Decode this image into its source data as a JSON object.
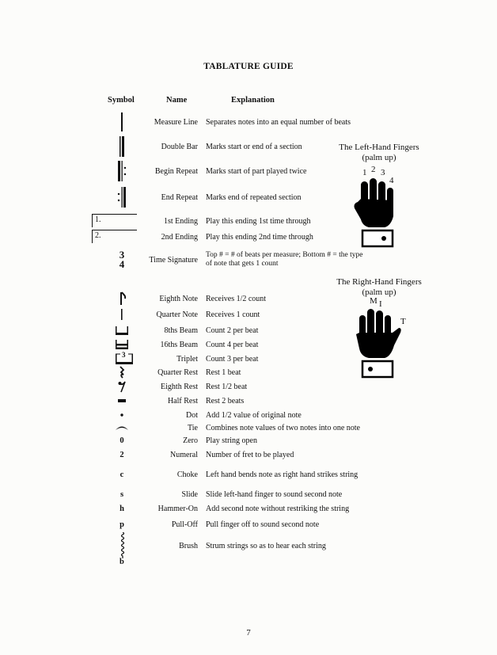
{
  "title": "TABLATURE GUIDE",
  "headers": {
    "symbol": "Symbol",
    "name": "Name",
    "explanation": "Explanation"
  },
  "rows": [
    {
      "name": "Measure Line",
      "explanation": "Separates notes into an equal number of beats"
    },
    {
      "name": "Double Bar",
      "explanation": "Marks start or end of a section"
    },
    {
      "name": "Begin Repeat",
      "explanation": "Marks start of part played twice"
    },
    {
      "name": "End Repeat",
      "explanation": "Marks end of repeated section"
    },
    {
      "symbol": "1.",
      "name": "1st Ending",
      "explanation": "Play this ending 1st time through"
    },
    {
      "symbol": "2.",
      "name": "2nd Ending",
      "explanation": "Play this ending 2nd time through"
    },
    {
      "symbol_top": "3",
      "symbol_bottom": "4",
      "name": "Time Signature",
      "explanation": "Top # = # of beats per measure; Bottom # = the type of note that gets 1 count"
    },
    {
      "name": "Eighth Note",
      "explanation": "Receives 1/2 count"
    },
    {
      "name": "Quarter Note",
      "explanation": "Receives 1 count"
    },
    {
      "name": "8ths Beam",
      "explanation": "Count 2 per beat"
    },
    {
      "name": "16ths Beam",
      "explanation": "Count 4 per beat"
    },
    {
      "symbol": "3",
      "name": "Triplet",
      "explanation": "Count 3 per beat"
    },
    {
      "name": "Quarter Rest",
      "explanation": "Rest 1 beat"
    },
    {
      "name": "Eighth Rest",
      "explanation": "Rest 1/2 beat"
    },
    {
      "name": "Half Rest",
      "explanation": "Rest 2 beats"
    },
    {
      "name": "Dot",
      "explanation": "Add 1/2 value of original note"
    },
    {
      "name": "Tie",
      "explanation": "Combines note values of two notes into one note"
    },
    {
      "symbol": "0",
      "name": "Zero",
      "explanation": "Play string open"
    },
    {
      "symbol": "2",
      "name": "Numeral",
      "explanation": "Number of fret to be played"
    },
    {
      "symbol": "c",
      "name": "Choke",
      "explanation": "Left hand bends note as right hand strikes string"
    },
    {
      "symbol": "s",
      "name": "Slide",
      "explanation": "Slide left-hand finger to sound second note"
    },
    {
      "symbol": "h",
      "name": "Hammer-On",
      "explanation": "Add second note without restriking the string"
    },
    {
      "symbol": "p",
      "name": "Pull-Off",
      "explanation": "Pull finger off to sound second note"
    },
    {
      "symbol": "b",
      "name": "Brush",
      "explanation": "Strum strings so as to hear each string"
    }
  ],
  "left_hand": {
    "caption_line1": "The Left-Hand Fingers",
    "caption_line2": "(palm up)",
    "labels": [
      "1",
      "2",
      "3",
      "4"
    ]
  },
  "right_hand": {
    "caption_line1": "The Right-Hand Fingers",
    "caption_line2": "(palm up)",
    "labels": [
      "M",
      "I",
      "T"
    ]
  },
  "page_number": "7"
}
